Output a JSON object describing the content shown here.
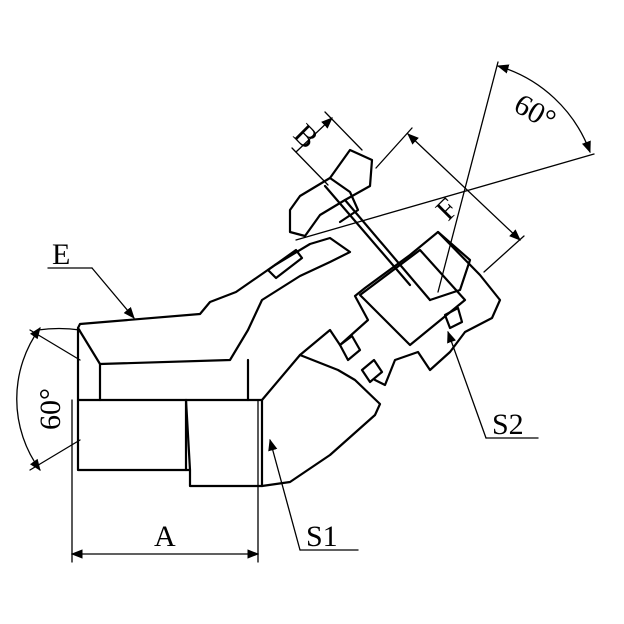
{
  "drawing": {
    "labels": {
      "e": "E",
      "b": "B",
      "f": "F",
      "a": "A",
      "s1": "S1",
      "s2": "S2",
      "angle_left": "60°",
      "angle_right": "60°"
    }
  }
}
